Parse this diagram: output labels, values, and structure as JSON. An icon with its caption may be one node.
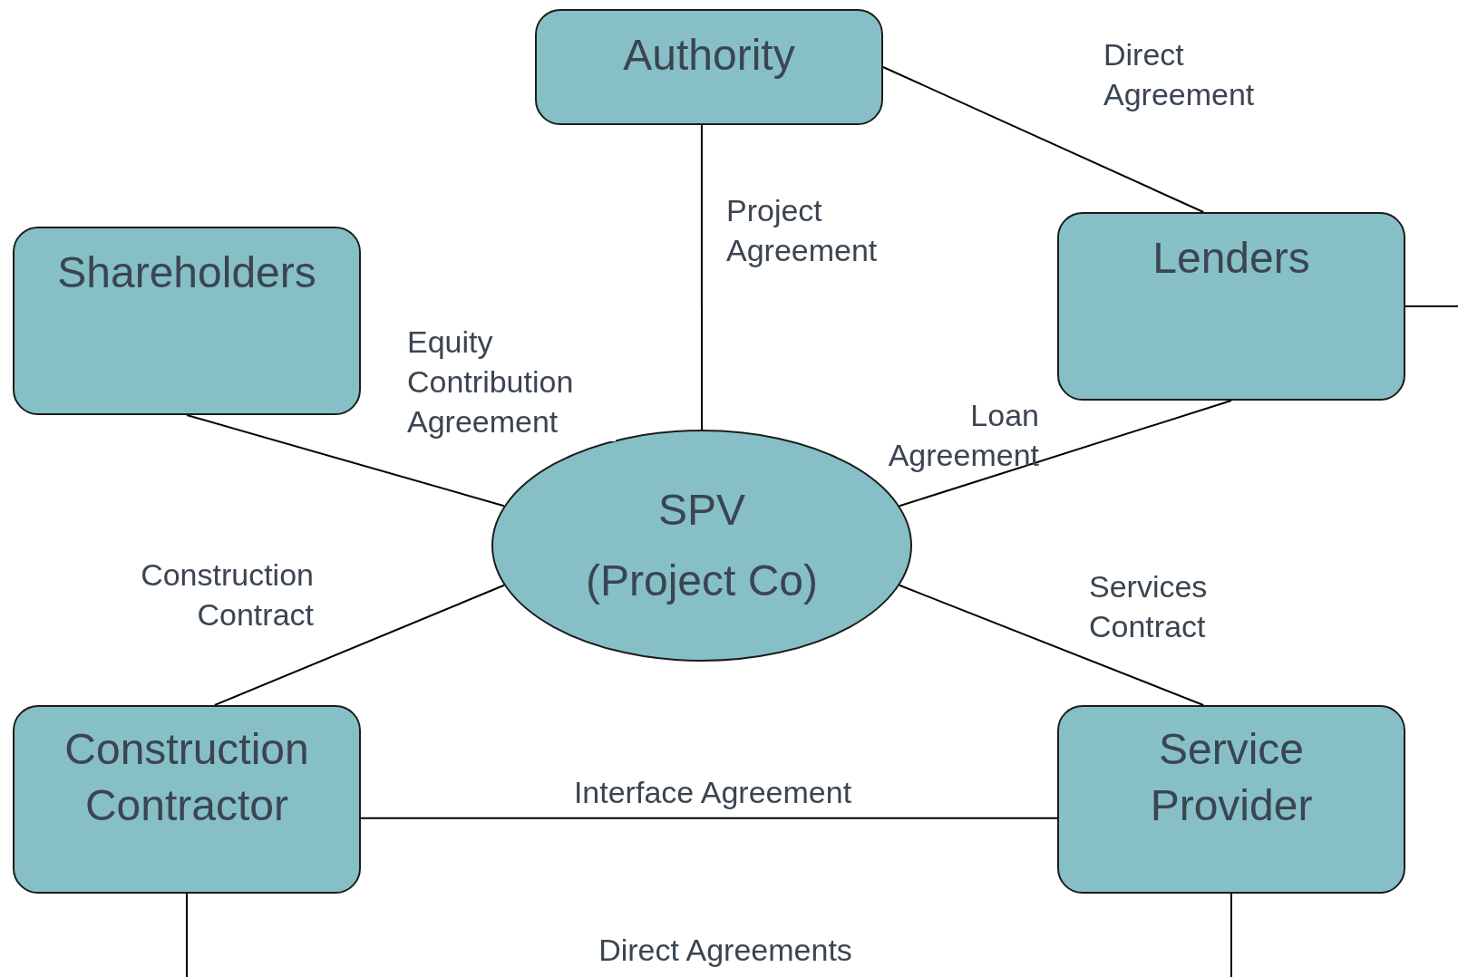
{
  "diagram": {
    "nodes": [
      {
        "text": [
          "Authority"
        ]
      },
      {
        "text": [
          "Shareholders"
        ]
      },
      {
        "text": [
          "Lenders"
        ]
      },
      {
        "text": [
          "SPV (Project Co)"
        ]
      },
      {
        "text": [
          "Construction Contractor"
        ]
      },
      {
        "text": [
          "Service Provider"
        ]
      }
    ],
    "edges": [
      {
        "from": 0,
        "to": 2,
        "arrow": "none",
        "label": "Direct Agreement"
      },
      {
        "from": 0,
        "to": 3,
        "arrow": "none",
        "label": "Project Agreement"
      },
      {
        "from": 1,
        "to": 3,
        "arrow": "none",
        "label": "Equity Contribution Agreement"
      },
      {
        "from": 2,
        "to": 3,
        "arrow": "none",
        "label": "Loan Agreement"
      },
      {
        "from": 4,
        "to": 3,
        "arrow": "none",
        "label": "Construction Contract"
      },
      {
        "from": 5,
        "to": 3,
        "arrow": "none",
        "label": "Services Contract"
      },
      {
        "from": 4,
        "to": 5,
        "arrow": "none",
        "label": "Interface Agreement"
      },
      {
        "from": 2,
        "to": null,
        "arrow": "none"
      },
      {
        "from": 4,
        "to": null,
        "arrow": "none"
      },
      {
        "from": 5,
        "to": null,
        "arrow": "none"
      }
    ],
    "labels": [
      "Direct Agreements"
    ]
  }
}
